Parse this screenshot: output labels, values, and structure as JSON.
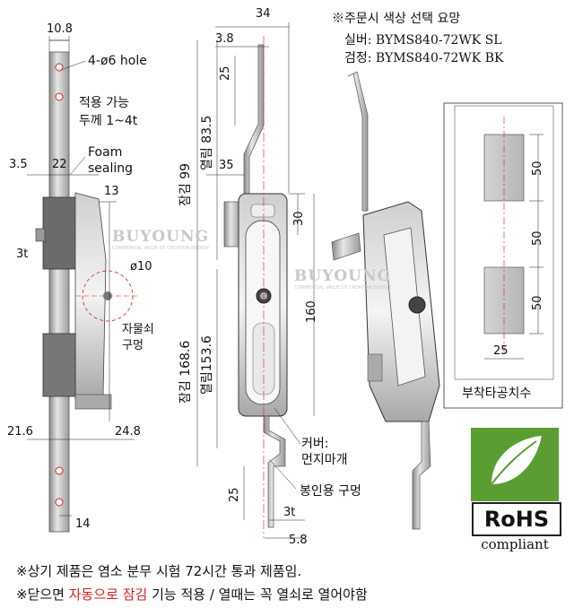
{
  "order_note": {
    "title": "※주문시 색상 선택 요망",
    "silver": "실버: BYMS840-72WK SL",
    "black": "검정: BYMS840-72WK BK"
  },
  "left_view": {
    "dim_width_top": "10.8",
    "hole_label": "4-ø6 hole",
    "thickness_label_1": "적용 가능",
    "thickness_label_2": "두께 1~4t",
    "foam_label_1": "Foam",
    "foam_label_2": "sealing",
    "dim_3_5": "3.5",
    "dim_22": "22",
    "dim_13": "13",
    "dim_3t": "3t",
    "dim_phi10": "ø10",
    "lock_label_1": "자물쇠",
    "lock_label_2": "구멍",
    "dim_21_6": "21.6",
    "dim_24_8": "24.8",
    "dim_14": "14"
  },
  "center_view": {
    "dim_34": "34",
    "dim_3_8": "3.8",
    "dim_25_top": "25",
    "dim_lock99": "잠김 99",
    "dim_open83": "열림 83.5",
    "dim_35": "35",
    "dim_30": "30",
    "dim_160": "160",
    "dim_lock168": "잠김 168.6",
    "dim_open153": "열림153.6",
    "cover_label_1": "커버:",
    "cover_label_2": "먼지마개",
    "seal_label": "봉인용 구멍",
    "dim_25_bottom": "25",
    "dim_3t": "3t",
    "dim_5_8": "5.8"
  },
  "cutout": {
    "dim_50_top": "50",
    "dim_50_mid": "50",
    "dim_50_bottom": "50",
    "dim_25": "25",
    "title": "부착타공치수"
  },
  "watermark": "BUYOUNG",
  "watermark_sub": "COMMERCIAL VALUE OF CREATION ENERGY",
  "rohs": {
    "label": "RoHS",
    "sub": "compliant"
  },
  "footer": {
    "line1": "※상기 제품은 염소 분무 시험 72시간 통과 제품임.",
    "line2_pre": "※닫으면 ",
    "line2_red": "자동으로 잠김",
    "line2_post": " 기능 적용 / 열때는 꼭 열쇠로 열어야함"
  },
  "colors": {
    "accent_red": "#d81e1e",
    "rohs_green": "#5a9e32"
  }
}
